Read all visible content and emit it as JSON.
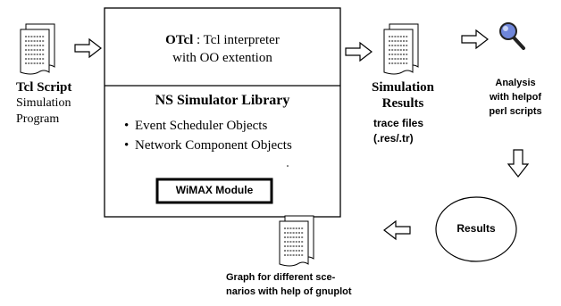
{
  "tcl_script": {
    "title": "Tcl Script",
    "line1": "Simulation",
    "line2": "Program"
  },
  "otcl": {
    "name": "OTcl",
    "desc1": ": Tcl interpreter",
    "desc2": "with OO extention"
  },
  "ns_library": {
    "title": "NS Simulator Library",
    "bullets": [
      "Event Scheduler Objects",
      "Network Component Objects"
    ],
    "bullet_glyph": "•",
    "module": "WiMAX Module"
  },
  "simulation_results": {
    "title1": "Simulation",
    "title2": "Results",
    "sub1": "trace files",
    "sub2": "(.res/.tr)"
  },
  "analysis": {
    "line1": "Analysis",
    "line2": "with helpof",
    "line3": "perl scripts"
  },
  "results_node": {
    "label": "Results"
  },
  "graph": {
    "line1": "Graph for different sce-",
    "line2": "narios with help of gnuplot"
  },
  "icons": [
    "document-icon",
    "magnifier-icon",
    "arrow-right-icon",
    "arrow-down-icon",
    "arrow-left-icon"
  ],
  "colors": {
    "stroke": "#000000",
    "magnifier_lens": "#6f86d9",
    "background": "#ffffff"
  }
}
